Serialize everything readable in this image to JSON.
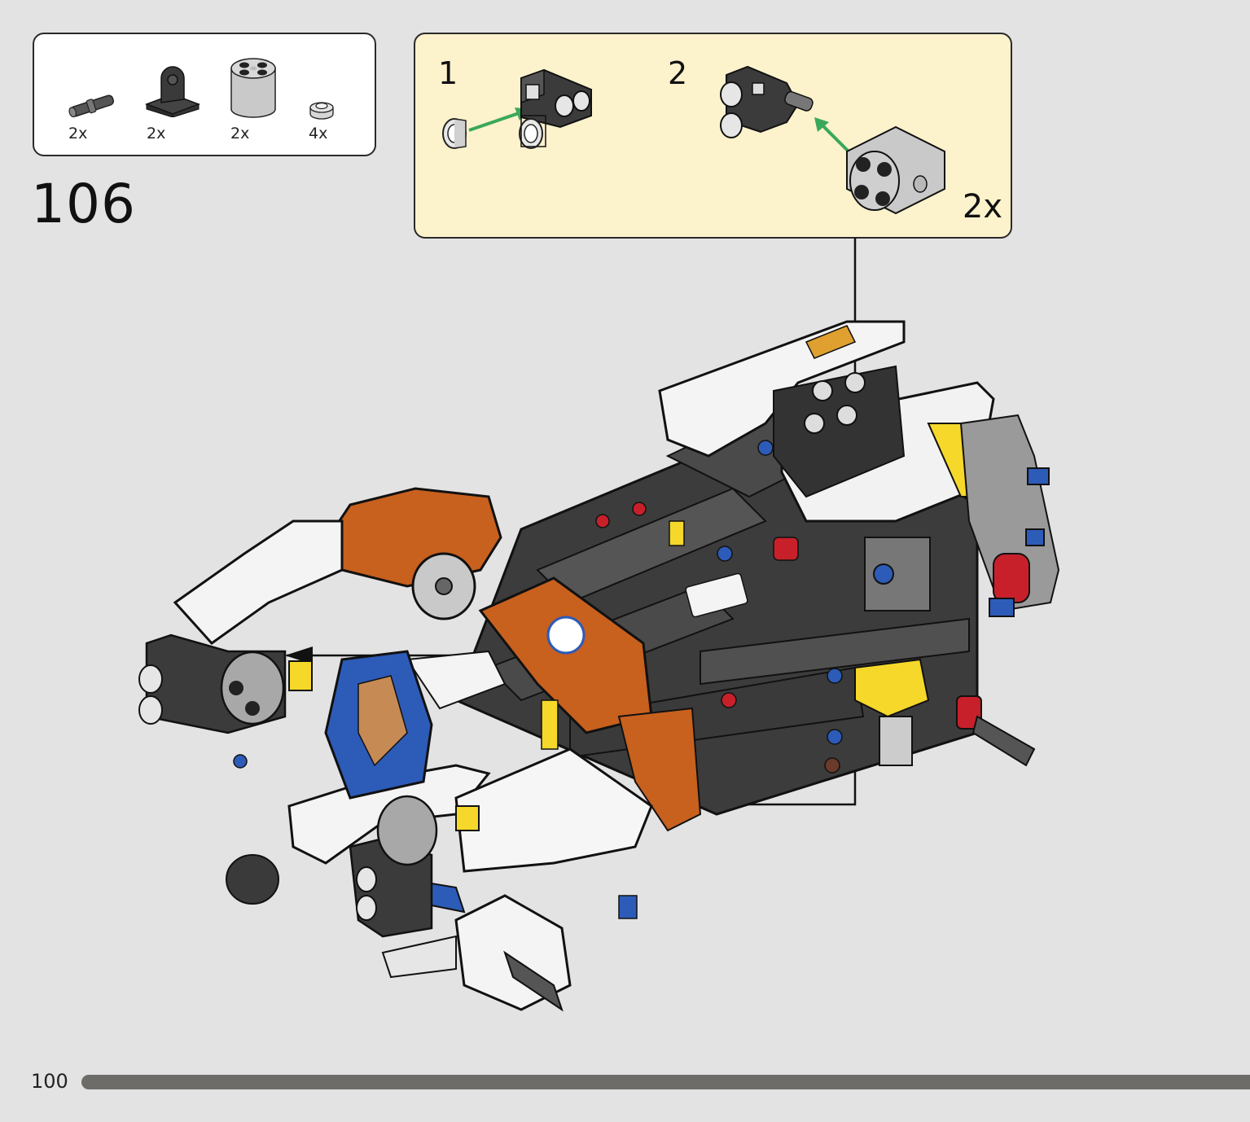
{
  "parts_list": {
    "items": [
      {
        "icon": "friction-pin-icon",
        "qty": "2x"
      },
      {
        "icon": "pin-connector-plate-icon",
        "qty": "2x"
      },
      {
        "icon": "round-brick-2x2-icon",
        "qty": "2x"
      },
      {
        "icon": "round-plate-1x1-icon",
        "qty": "4x"
      }
    ]
  },
  "step": {
    "number": "106"
  },
  "callout": {
    "substep1": "1",
    "substep2": "2",
    "multiplier": "2x"
  },
  "page": {
    "number": "100"
  },
  "colors": {
    "background": "#e3e3e3",
    "callout_bg": "#fcf2cc",
    "arrow_green": "#3aa85a",
    "brick_orange": "#c8601e",
    "brick_blue": "#2d5bb8",
    "brick_yellow": "#f5d82a",
    "brick_red": "#c8202a"
  }
}
